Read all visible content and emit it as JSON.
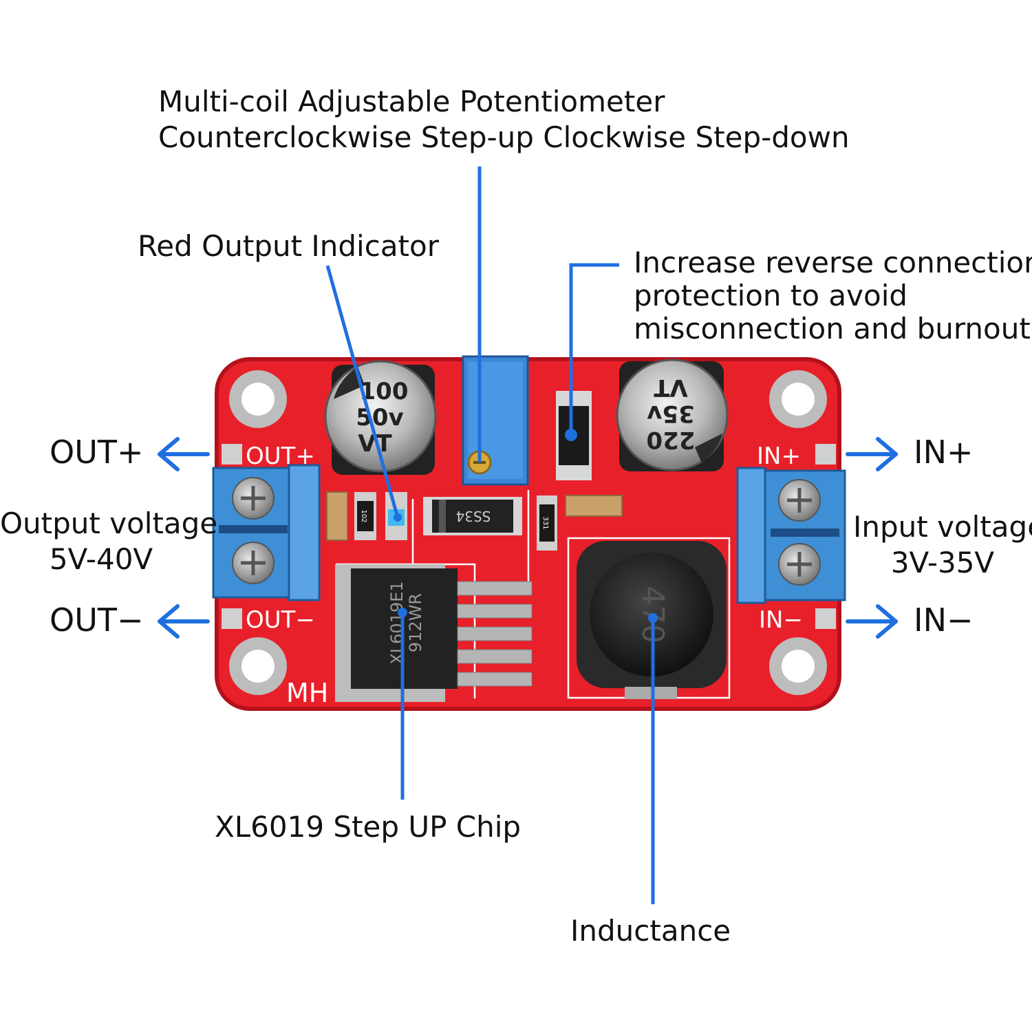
{
  "labels": {
    "potentiometer_line1": "Multi-coil Adjustable Potentiometer",
    "potentiometer_line2": "Counterclockwise Step-up Clockwise Step-down",
    "red_indicator": "Red Output Indicator",
    "protection_line1": "Increase reverse connection",
    "protection_line2": "protection to avoid",
    "protection_line3": "misconnection and burnout",
    "out_plus": "OUT+",
    "out_minus": "OUT−",
    "in_plus": "IN+",
    "in_minus": "IN−",
    "output_voltage_line1": "Output voltage",
    "output_voltage_line2": "5V-40V",
    "input_voltage_line1": "Input voltage",
    "input_voltage_line2": "3V-35V",
    "chip": "XL6019 Step UP Chip",
    "inductance": "Inductance"
  },
  "board": {
    "silk_out_plus": "OUT+",
    "silk_out_minus": "OUT−",
    "silk_in_plus": "IN+",
    "silk_in_minus": "IN−",
    "silk_mh": "MH",
    "cap_left_line1": "100",
    "cap_left_line2": "50v",
    "cap_left_line3": "VT",
    "cap_right_line1": "220",
    "cap_right_line2": "35v",
    "cap_right_line3": "VT",
    "chip_line1": "XL6019E1",
    "chip_line2": "912WR",
    "diode_mark": "SS34",
    "inductor_mark": "470",
    "resistor_mark": "102",
    "resistor2_mark": "331"
  },
  "colors": {
    "pcb": "#e8202a",
    "pcb_dark": "#c41a22",
    "terminal_blue": "#3f8fd6",
    "callout_blue": "#1f6fe0",
    "pot_blue": "#3c87d8"
  }
}
